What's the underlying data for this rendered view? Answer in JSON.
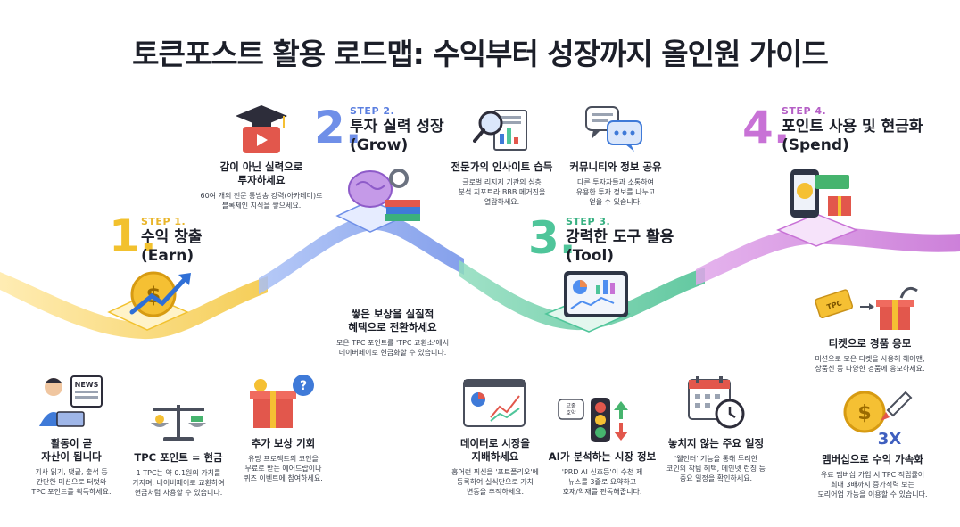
{
  "title": "토큰포스트 활용 로드맵: 수익부터 성장까지 올인원 가이드",
  "colors": {
    "earn": "#f2c12e",
    "grow": "#6f8fe8",
    "tool": "#4fc59a",
    "spend": "#c872d6",
    "ink": "#1c1f29"
  },
  "steps": [
    {
      "num": "1.",
      "label": "STEP 1.",
      "head1": "수익 창출",
      "head2": "(Earn)"
    },
    {
      "num": "2.",
      "label": "STEP 2.",
      "head1": "투자 실력 성장",
      "head2": "(Grow)"
    },
    {
      "num": "3.",
      "label": "STEP 3.",
      "head1": "강력한 도구 활용",
      "head2": "(Tool)"
    },
    {
      "num": "4.",
      "label": "STEP 4.",
      "head1": "포인트 사용 및 현금화",
      "head2": "(Spend)"
    }
  ],
  "items": {
    "activity": {
      "title1": "활동이 곧",
      "title2": "자산이 됩니다",
      "desc1": "기사 읽기, 댓글, 출석 등",
      "desc2": "간단한 미션으로 터텃와",
      "desc3": "TPC 포인트를 획득하세요.",
      "badge": "NEWS"
    },
    "tpc_cash": {
      "title1": "TPC 포인트 = 현금",
      "desc1": "1 TPC는 약 0.1원의 가치를",
      "desc2": "가지며, 네이버페이로 교환하여",
      "desc3": "현금처럼 사용할 수 있습니다."
    },
    "extra_reward": {
      "title1": "추가 보상 기회",
      "desc1": "유망 프로젝트의 코인을",
      "desc2": "무료로 받는 에어드랍이나",
      "desc3": "퀴즈 이벤트에 참여하세요."
    },
    "skill": {
      "title1": "감이 아닌 실력으로",
      "title2": "투자하세요",
      "desc1": "60여 개의 전문 통방송 강력(아카데미)로",
      "desc2": "블록체인 지식을 쌓으세요."
    },
    "convert": {
      "title1": "쌓은 보상을 실질적",
      "title2": "혜택으로 전환하세요",
      "desc1": "모은 TPC 포인트를 'TPC 교환소'에서",
      "desc2": "네이버페이로 현금화할 수 있습니다."
    },
    "insight": {
      "title1": "전문가의 인사이트 습득",
      "desc1": "글로벌 리지지 기관의 심층",
      "desc2": "분석 지포트라 BBB 메거진을",
      "desc3": "열람하세요."
    },
    "community": {
      "title1": "커뮤니티와 정보 공유",
      "desc1": "다른 투자자들과 소통하여",
      "desc2": "유용한 투자 정보를 나누고",
      "desc3": "얻을 수 있습니다."
    },
    "data_market": {
      "title1": "데이터로 시장을",
      "title2": "지배하세요",
      "desc1": "홍어런 픽신을 '포트폴리오'에",
      "desc2": "등록하여 실식단으로 가치",
      "desc3": "변동을 추적하세요."
    },
    "ai_info": {
      "title1": "AI가 분석하는 시장 정보",
      "desc1": "'PRD AI 신호등'이 수천 제",
      "desc2": "뉴스를 3줄로 요약하고",
      "desc3": "호재/악재를 판독해줍니다.",
      "bubble1": "고줄",
      "bubble2": "호약"
    },
    "schedule": {
      "title1": "놓치지 않는 주요 일정",
      "desc1": "'웰인터' 기능을 통해 투려한",
      "desc2": "코인의 착팀 혜택, 메인넷 런칭 등",
      "desc3": "중요 일정을 확인하세요."
    },
    "ticket": {
      "title1": "티켓으로 경품 응모",
      "desc1": "미션으로 모은 티켓을 사용해 헤어맨,",
      "desc2": "상품신 등 다양한 경품에 응모하세요.",
      "badge": "TPC"
    },
    "membership": {
      "title1": "멤버십으로 수익 가속화",
      "desc1": "유료 멤버십 가입 시 TPC 적립률이",
      "desc2": "최대 3배까지 증가적력 보는",
      "desc3": "모리어업 가능을 이용할 수 있습니다.",
      "badge": "3X"
    }
  }
}
